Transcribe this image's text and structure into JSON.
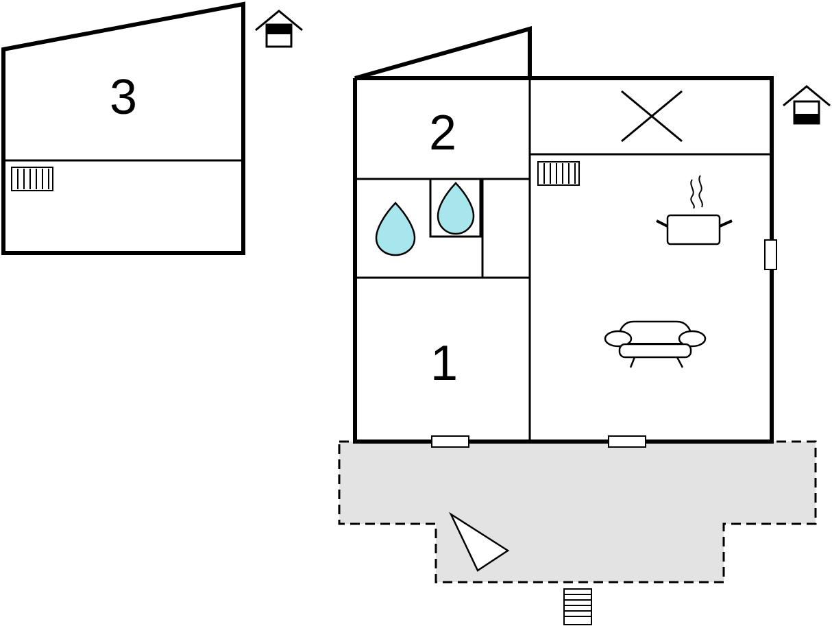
{
  "rooms": [
    {
      "id": "bedroom-3",
      "label": "3"
    },
    {
      "id": "bedroom-2",
      "label": "2"
    },
    {
      "id": "bedroom-1",
      "label": "1"
    }
  ],
  "icons": {
    "upper_floor_house": "house-upper-floor-icon",
    "ground_floor_house": "house-ground-floor-icon",
    "radiator": "radiator-icon",
    "water": "water-drop-icon",
    "kitchen": "cooking-pot-icon",
    "living": "sofa-icon",
    "entrance": "entrance-arrow-icon",
    "stairs": "stairs-icon",
    "void": "void-cross-icon"
  },
  "colors": {
    "wall": "#000000",
    "terrace": "#e3e3e3",
    "water": "#a6e6ec"
  }
}
